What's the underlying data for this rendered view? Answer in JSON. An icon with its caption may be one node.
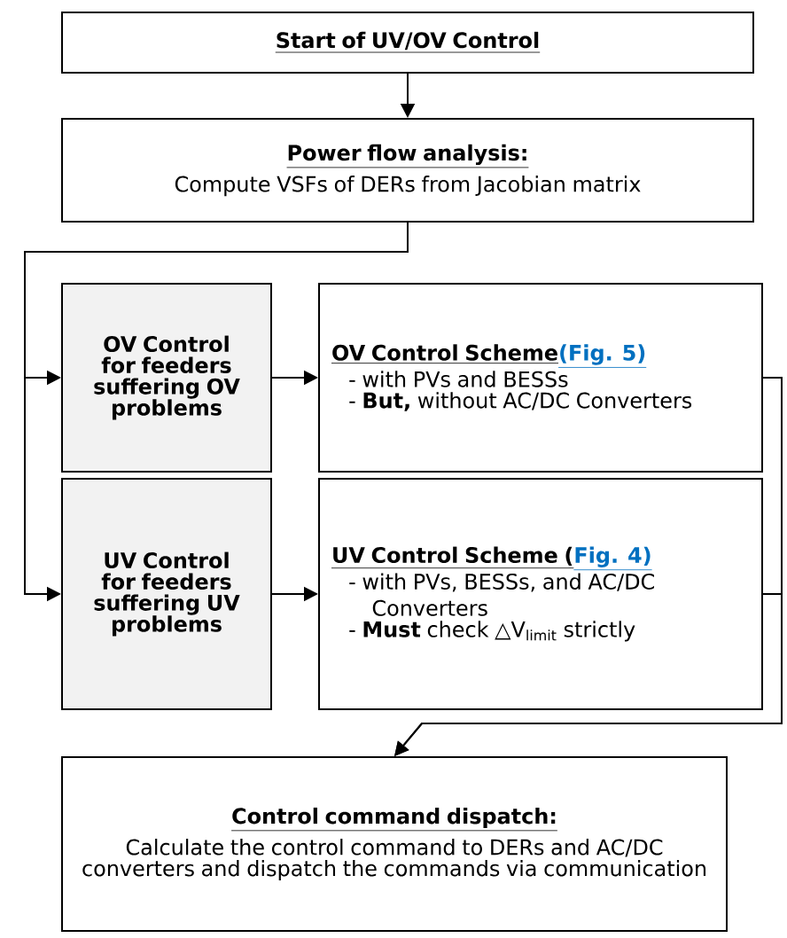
{
  "diagram": {
    "nodes": [
      {
        "text": [
          "Start of UV/OV Control"
        ]
      },
      {
        "text": [
          "Power flow analysis:",
          "Compute VSFs of DERs from Jacobian matrix"
        ]
      },
      {
        "text": [
          "OV Control for feeders suffering OV problems"
        ]
      },
      {
        "text": [
          "OV Control Scheme",
          "(Fig. 5)",
          "- with PVs and BESSs",
          "- **But,** without AC/DC Converters"
        ]
      },
      {
        "text": [
          "UV Control for feeders suffering UV problems"
        ]
      },
      {
        "text": [
          "UV Control Scheme (",
          "Fig. 4)",
          "- with PVs, BESSs, and AC/DC Converters",
          "- **Must** check △V$_{limit}$ strictly"
        ]
      },
      {
        "text": [
          "Control command dispatch:",
          "Calculate the control command to DERs and AC/DC converters and dispatch the commands via communication"
        ]
      }
    ],
    "edges": [
      {
        "from": 0,
        "to": 1,
        "arrow": "to"
      },
      {
        "from": 1,
        "to": 2,
        "arrow": "to"
      },
      {
        "from": 1,
        "to": 4,
        "arrow": "to"
      },
      {
        "from": 2,
        "to": 3,
        "arrow": "to"
      },
      {
        "from": 4,
        "to": 5,
        "arrow": "to"
      },
      {
        "from": 3,
        "to": 6,
        "arrow": "to"
      },
      {
        "from": 5,
        "to": 6,
        "arrow": "to"
      }
    ]
  }
}
